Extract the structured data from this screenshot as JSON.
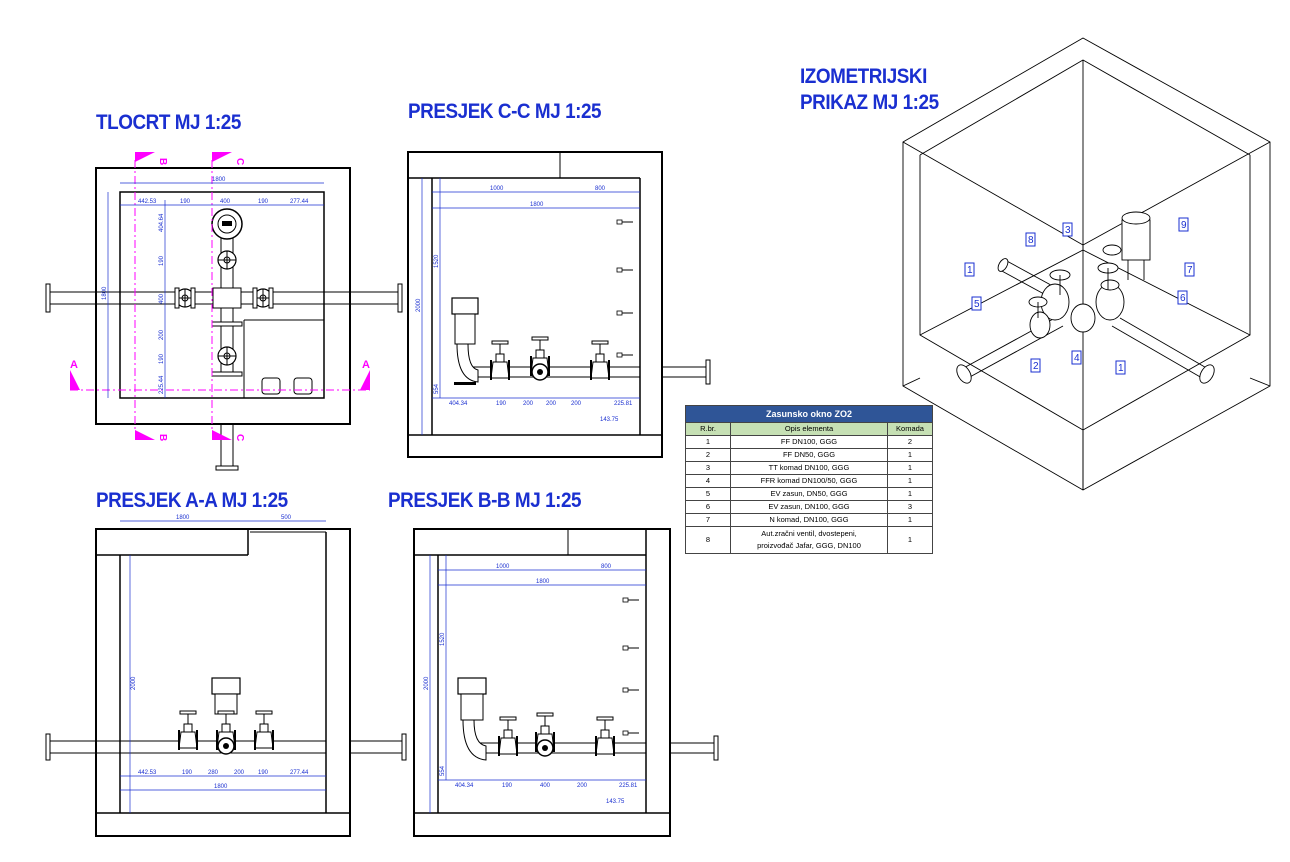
{
  "titles": {
    "tlocrt": "TLOCRT MJ 1:25",
    "presjek_cc": "PRESJEK C-C MJ 1:25",
    "presjek_aa": "PRESJEK A-A MJ 1:25",
    "presjek_bb": "PRESJEK B-B MJ 1:25",
    "izometrija_line1": "IZOMETRIJSKI",
    "izometrija_line2": "PRIKAZ MJ 1:25"
  },
  "section_markers": {
    "a": "A",
    "b": "B",
    "c": "C"
  },
  "dimensions": {
    "plan_top_total": "1800",
    "plan_top": [
      "442.53",
      "190",
      "400",
      "190",
      "277.44"
    ],
    "plan_left_total": "1800",
    "plan_left": [
      "404.64",
      "190",
      "400",
      "200",
      "190",
      "225.44"
    ],
    "cc_top": [
      "1000",
      "800"
    ],
    "cc_top_total": "1800",
    "cc_left_total": "2000",
    "cc_left_upper": "1520",
    "cc_left_lower": "554",
    "cc_bottom": [
      "404.34",
      "190",
      "200",
      "200",
      "200",
      "225.81"
    ],
    "cc_bottom_extra": "143.75",
    "aa_top": [
      "1800",
      "500"
    ],
    "aa_left_total": "2000",
    "aa_bottom": [
      "442.53",
      "190",
      "280",
      "200",
      "190",
      "277.44"
    ],
    "aa_bottom_total": "1800",
    "bb_top": [
      "1000",
      "800"
    ],
    "bb_top_total": "1800",
    "bb_left_total": "2000",
    "bb_left_upper": "1520",
    "bb_left_lower": "554",
    "bb_bottom": [
      "404.34",
      "190",
      "400",
      "200",
      "225.81"
    ],
    "bb_bottom_extra": "143.75"
  },
  "iso_labels": [
    "1",
    "2",
    "3",
    "4",
    "5",
    "6",
    "7",
    "8",
    "9",
    "1"
  ],
  "colors": {
    "line": "#000000",
    "dimension": "#1a2fd0",
    "marker": "#ff00ff",
    "table_header": "#2f5597",
    "table_colhdr": "#c6e0b4"
  },
  "table": {
    "title": "Zasunsko okno ZO2",
    "headers": [
      "R.br.",
      "Opis elementa",
      "Komada"
    ],
    "rows": [
      {
        "rbr": "1",
        "opis": "FF DN100, GGG",
        "komada": "2"
      },
      {
        "rbr": "2",
        "opis": "FF DN50, GGG",
        "komada": "1"
      },
      {
        "rbr": "3",
        "opis": "TT komad DN100, GGG",
        "komada": "1"
      },
      {
        "rbr": "4",
        "opis": "FFR komad DN100/50, GGG",
        "komada": "1"
      },
      {
        "rbr": "5",
        "opis": "EV zasun, DN50, GGG",
        "komada": "1"
      },
      {
        "rbr": "6",
        "opis": "EV zasun, DN100, GGG",
        "komada": "3"
      },
      {
        "rbr": "7",
        "opis": "N komad, DN100, GGG",
        "komada": "1"
      }
    ],
    "last_row": {
      "rbr": "8",
      "opis_line1": "Aut.zračni ventil, dvostepeni,",
      "opis_line2": "proizvođač Jafar, GGG, DN100",
      "komada": "1"
    }
  }
}
